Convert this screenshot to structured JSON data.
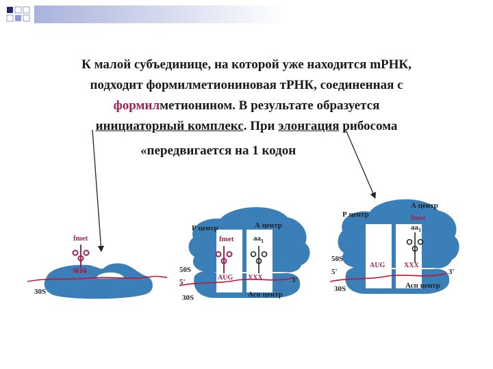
{
  "caption": {
    "line1": "К малой субъединице, на которой уже находится mРНК,",
    "line2": "подходит формилметиониновая тРНК, соединенная с",
    "line3_hl": "формил",
    "line3_rest": "метионином. В результате образуется",
    "line4_ul1": "инициаторный комплекс",
    "line4_mid": ". При ",
    "line4_ul2": "элонгация",
    "line4_end": " рибосома",
    "line5": "«передвигается на 1 кодон"
  },
  "labels": {
    "fmet": "fmet",
    "aug": "AUG",
    "xxx": "XXX",
    "s30": "30S",
    "s50": "50S",
    "five": "5'",
    "three": "3'",
    "p_center": "Р центр",
    "a_center": "А центр",
    "asp_center": "Асп центр",
    "aa": "aa",
    "aa_sub": "1"
  },
  "colors": {
    "ribosome": "#3a7fb8",
    "mrna": "#c8102e",
    "trna": "#a0205a",
    "corner_dark": "#1f2a6b",
    "corner_light": "#8f9bd0"
  }
}
